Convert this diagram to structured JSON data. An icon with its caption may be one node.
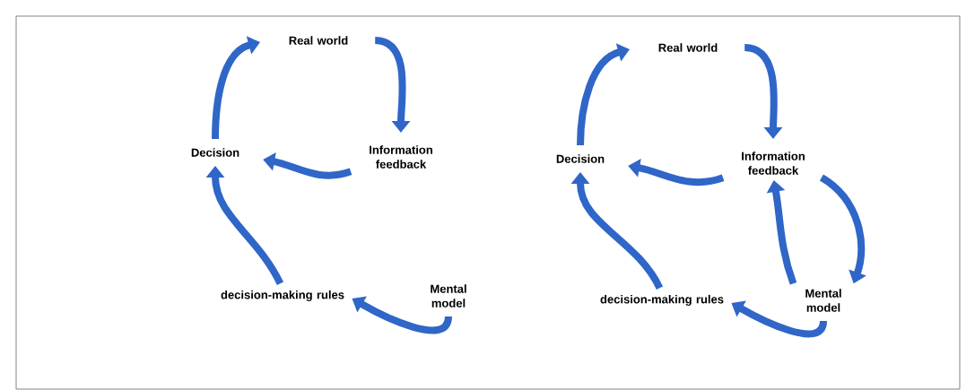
{
  "diagram": {
    "nodes": [
      {
        "text": [
          "Real world"
        ]
      },
      {
        "text": [
          "Decision"
        ]
      },
      {
        "text": [
          "Information feedback"
        ]
      },
      {
        "text": [
          "decision-making rules"
        ]
      },
      {
        "text": [
          "Mental model"
        ]
      },
      {
        "text": [
          "Real world"
        ]
      },
      {
        "text": [
          "Decision"
        ]
      },
      {
        "text": [
          "Information feedback"
        ]
      },
      {
        "text": [
          "decision-making rules"
        ]
      },
      {
        "text": [
          "Mental model"
        ]
      }
    ],
    "edges": [
      {
        "from": 1,
        "to": 0,
        "arrow": "to"
      },
      {
        "from": 0,
        "to": 2,
        "arrow": "to"
      },
      {
        "from": 2,
        "to": 1,
        "arrow": "to"
      },
      {
        "from": 4,
        "to": 3,
        "arrow": "to"
      },
      {
        "from": 3,
        "to": 1,
        "arrow": "to"
      },
      {
        "from": 6,
        "to": 5,
        "arrow": "to"
      },
      {
        "from": 5,
        "to": 7,
        "arrow": "to"
      },
      {
        "from": 7,
        "to": 6,
        "arrow": "to"
      },
      {
        "from": 7,
        "to": 9,
        "arrow": "to"
      },
      {
        "from": 9,
        "to": 7,
        "arrow": "to"
      },
      {
        "from": 9,
        "to": 8,
        "arrow": "to"
      },
      {
        "from": 8,
        "to": 6,
        "arrow": "to"
      }
    ]
  }
}
